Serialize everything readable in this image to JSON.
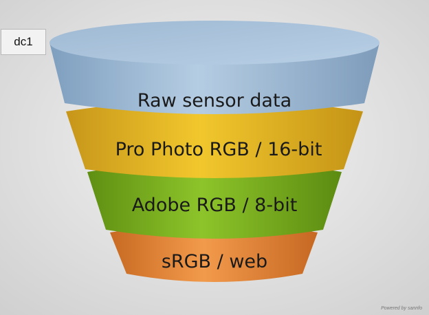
{
  "tag": {
    "text": "dc1"
  },
  "layers": [
    {
      "label": "Raw sensor data",
      "color": "#a9c3dc"
    },
    {
      "label": "Pro Photo RGB / 16-bit",
      "color": "#e6b91f"
    },
    {
      "label": "Adobe RGB / 8-bit",
      "color": "#7fb51f"
    },
    {
      "label": "sRGB / web",
      "color": "#e88a3c"
    }
  ],
  "footer": {
    "powered": "Powered by sannfo"
  }
}
